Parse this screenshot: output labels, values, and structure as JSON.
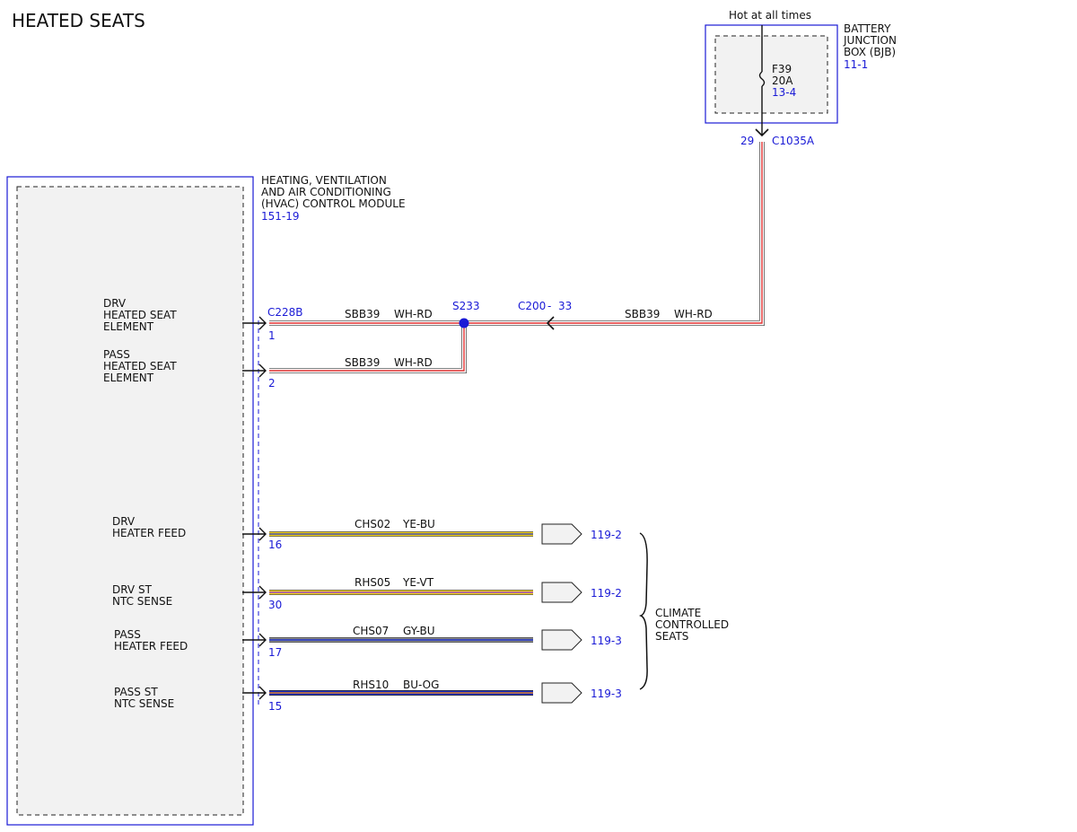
{
  "title": "HEATED SEATS",
  "power": {
    "hot_label": "Hot at all times",
    "bjb": {
      "name_lines": [
        "BATTERY",
        "JUNCTION",
        "BOX (BJB)"
      ],
      "ref": "11-1",
      "fuse": {
        "id": "F39",
        "rating": "20A",
        "ref": "13-4"
      },
      "pin": "29",
      "connector": "C1035A"
    }
  },
  "module": {
    "name_lines": [
      "HEATING, VENTILATION",
      "AND AIR CONDITIONING",
      "(HVAC) CONTROL MODULE"
    ],
    "ref": "151-19"
  },
  "connectors": {
    "module_conn": "C228B",
    "inline_conn": "C200",
    "inline_dash": "-",
    "inline_pin": "33"
  },
  "splice": {
    "id": "S233"
  },
  "feed_wire": {
    "circuit": "SBB39",
    "color": "WH-RD"
  },
  "pins": [
    {
      "label_lines": [
        "DRV",
        "HEATED SEAT",
        "ELEMENT"
      ],
      "pin": "1",
      "circuit": "SBB39",
      "color": "WH-RD"
    },
    {
      "label_lines": [
        "PASS",
        "HEATED SEAT",
        "ELEMENT"
      ],
      "pin": "2",
      "circuit": "SBB39",
      "color": "WH-RD"
    },
    {
      "label_lines": [
        "DRV",
        "HEATER FEED"
      ],
      "pin": "16",
      "circuit": "CHS02",
      "color": "YE-BU",
      "dest": "119-2"
    },
    {
      "label_lines": [
        "DRV ST",
        "NTC SENSE"
      ],
      "pin": "30",
      "circuit": "RHS05",
      "color": "YE-VT",
      "dest": "119-2"
    },
    {
      "label_lines": [
        "PASS",
        "HEATER FEED"
      ],
      "pin": "17",
      "circuit": "CHS07",
      "color": "GY-BU",
      "dest": "119-3"
    },
    {
      "label_lines": [
        "PASS ST",
        "NTC SENSE"
      ],
      "pin": "15",
      "circuit": "RHS10",
      "color": "BU-OG",
      "dest": "119-3"
    }
  ],
  "climate_group": {
    "label_lines": [
      "CLIMATE",
      "CONTROLLED",
      "SEATS"
    ]
  },
  "colors": {
    "ref_blue": "#1a1ad6",
    "wire_white": "#ffffff",
    "wire_red": "#e03030",
    "wire_yellow": "#f2d21b",
    "wire_blue": "#1c2fc8",
    "wire_gray": "#8a8a8a",
    "wire_violet": "#8a2be2",
    "wire_orange": "#ff8c00",
    "fill_gray": "#f2f2f2"
  }
}
